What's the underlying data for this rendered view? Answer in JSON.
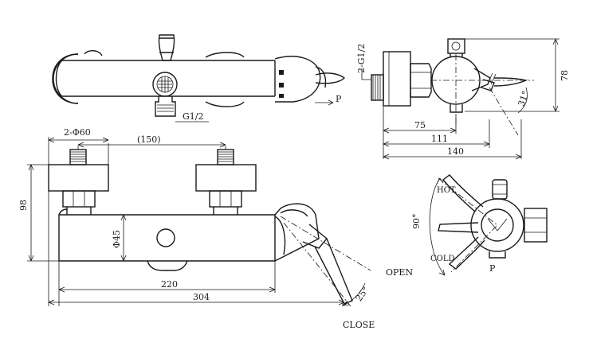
{
  "labels": {
    "top_g12": "G1/2",
    "top_p": "P",
    "side_thread": "2-G1/2",
    "side_78": "78",
    "side_31": "31°",
    "side_75": "75",
    "side_111": "111",
    "side_140": "140",
    "front_2phi60": "2-Φ60",
    "front_150": "(150)",
    "front_98": "98",
    "front_phi45": "Φ45",
    "front_220": "220",
    "front_304": "304",
    "front_25": "25°",
    "front_open": "OPEN",
    "front_close": "CLOSE",
    "handle_hot": "HOT",
    "handle_cold": "COLD",
    "handle_90": "90°",
    "handle_p": "P"
  }
}
